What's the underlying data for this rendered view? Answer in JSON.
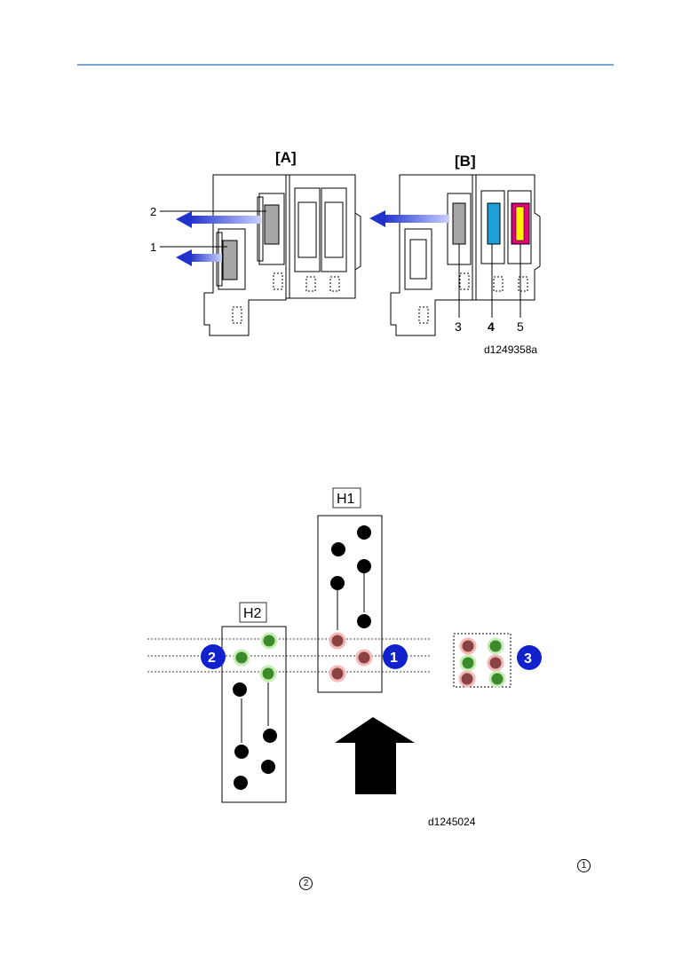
{
  "figure1": {
    "panel_a_label": "[A]",
    "panel_b_label": "[B]",
    "callouts": [
      "1",
      "2",
      "3",
      "4",
      "5"
    ],
    "code": "d1249358a",
    "colors": {
      "arrow": "#2233cc",
      "gray_head": "#a6a6a6",
      "cyan": "#1ea0d8",
      "yellow": "#ffee00",
      "magenta": "#e6007e"
    }
  },
  "figure2": {
    "head_labels": [
      "H1",
      "H2"
    ],
    "badges": [
      "1",
      "2",
      "3"
    ],
    "code": "d1245024",
    "colors": {
      "nozzle_black": "#000000",
      "nozzle_green": "#3d8a2a",
      "nozzle_red": "#8a4343",
      "badge": "#1122cc"
    }
  },
  "footer": {
    "circled_marks": [
      "1",
      "2"
    ]
  }
}
